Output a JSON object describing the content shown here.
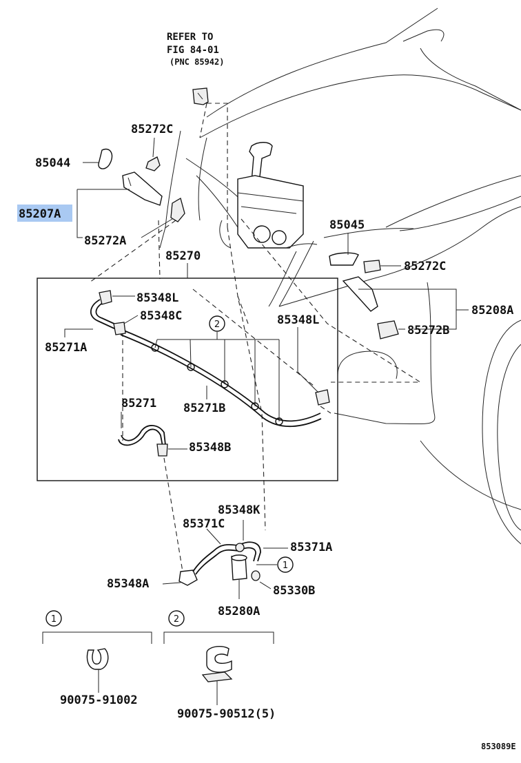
{
  "refer_note": [
    "REFER TO",
    "FIG 84-01",
    "(PNC 85942)"
  ],
  "labels": {
    "p85272C_top": "85272C",
    "p85044": "85044",
    "p85207A": "85207A",
    "p85272A": "85272A",
    "p85270": "85270",
    "p85045": "85045",
    "p85272C_right": "85272C",
    "p85208A": "85208A",
    "p85272B": "85272B",
    "p85348L_left": "85348L",
    "p85348C": "85348C",
    "p85348L_right": "85348L",
    "p85271A": "85271A",
    "p85271B": "85271B",
    "p85271": "85271",
    "p85348B": "85348B",
    "p85348K": "85348K",
    "p85371C": "85371C",
    "p85371A": "85371A",
    "p85348A": "85348A",
    "p85330B": "85330B",
    "p85280A": "85280A",
    "clip1_part": "90075-91002",
    "clip2_part": "90075-90512(5)",
    "figure_code": "853089E"
  },
  "callouts": {
    "circle_1": "1",
    "circle_2": "2",
    "legend_1": "1",
    "legend_2": "2"
  },
  "highlight_color": "#a9c9f2"
}
